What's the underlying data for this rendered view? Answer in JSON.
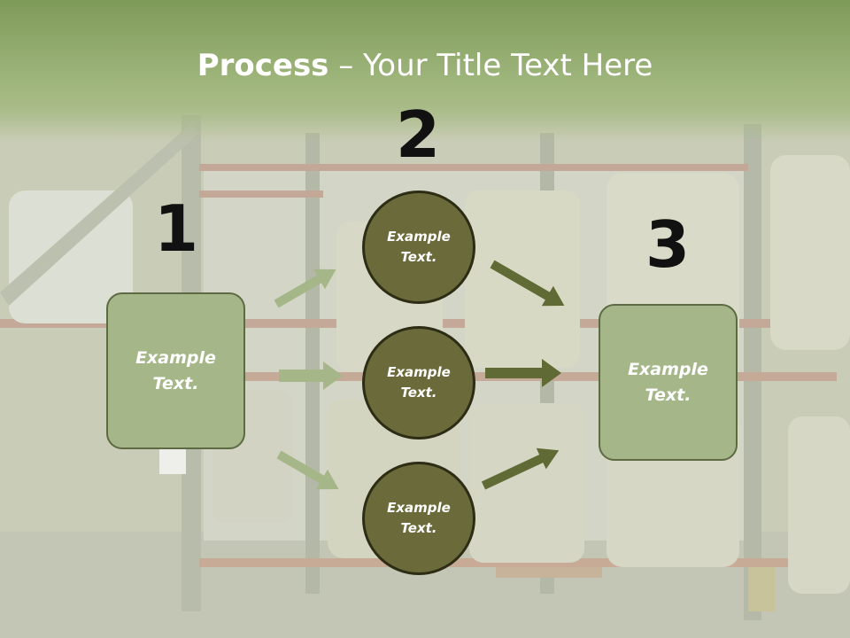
{
  "title": {
    "bold": "Process",
    "rest": " – Your Title Text Here"
  },
  "steps": [
    {
      "number": "1",
      "text_line1": "Example",
      "text_line2": "Text."
    },
    {
      "number": "2"
    },
    {
      "number": "3",
      "text_line1": "Example",
      "text_line2": "Text."
    }
  ],
  "circles": [
    {
      "text_line1": "Example",
      "text_line2": "Text."
    },
    {
      "text_line1": "Example",
      "text_line2": "Text."
    },
    {
      "text_line1": "Example",
      "text_line2": "Text."
    }
  ],
  "colors": {
    "header": "#9db47a",
    "box_fill": "#a5b788",
    "circle_fill": "#6b6a3a",
    "arrow_light": "#a5b788",
    "arrow_dark": "#5f6a34"
  }
}
